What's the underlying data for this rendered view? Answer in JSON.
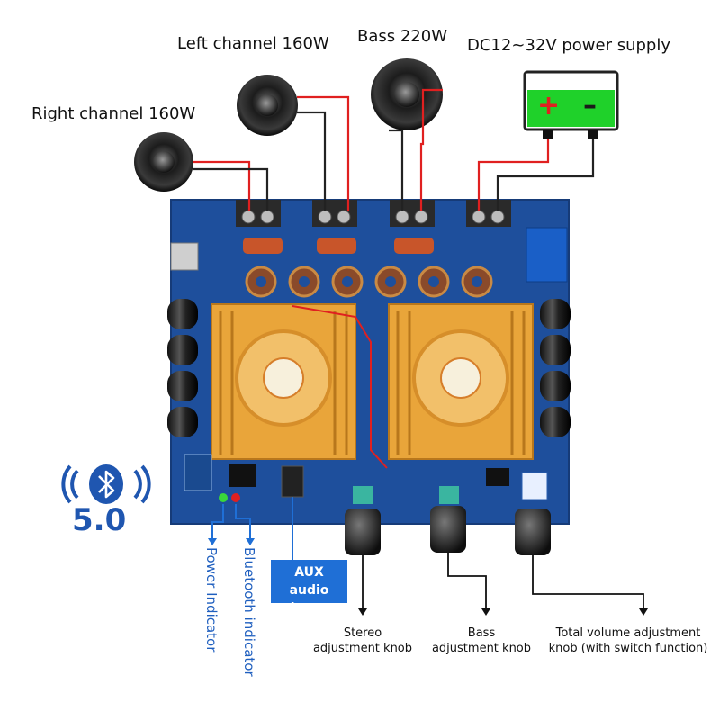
{
  "labels": {
    "left_channel": "Left channel 160W",
    "bass": "Bass 220W",
    "power_supply": "DC12~32V power supply",
    "right_channel": "Right channel 160W",
    "battery_plus": "+",
    "battery_minus": "–",
    "bluetooth_version": "5.0",
    "power_indicator": "Power Indicator",
    "bluetooth_indicator": "Bluetooth indicator",
    "aux_line1": "AUX",
    "aux_line2": "audio input",
    "stereo_line1": "Stereo",
    "stereo_line2": "adjustment knob",
    "bass_knob_line1": "Bass",
    "bass_knob_line2": "adjustment knob",
    "volume_line1": "Total volume adjustment",
    "volume_line2": "knob (with switch function)"
  },
  "colors": {
    "pcb": "#1e4f9c",
    "heatsink": "#e9a53a",
    "wire_red": "#e02020",
    "wire_black": "#222222",
    "battery_green": "#1fd12a",
    "accent_blue": "#1f6fd6"
  }
}
